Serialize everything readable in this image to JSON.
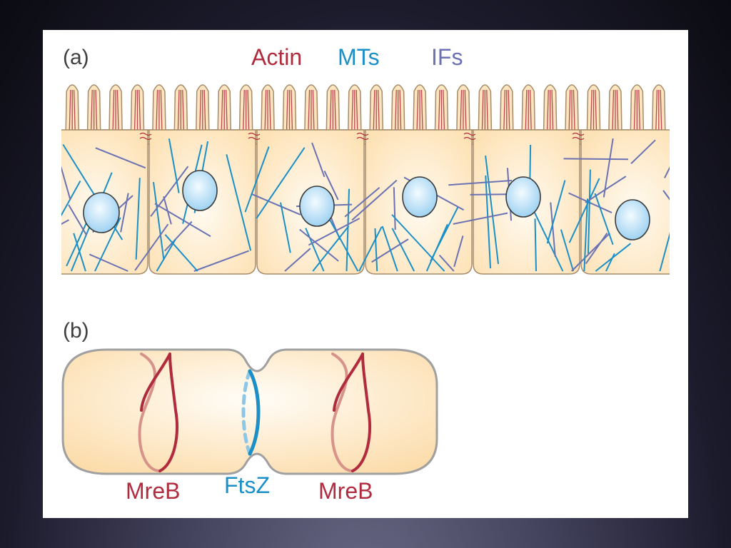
{
  "panel_a": {
    "label": "(a)",
    "legend": [
      {
        "text": "Actin",
        "color": "#b02b3d"
      },
      {
        "text": "MTs",
        "color": "#1a8fc8"
      },
      {
        "text": "IFs",
        "color": "#6b72b4"
      }
    ]
  },
  "panel_b": {
    "label": "(b)",
    "labels": {
      "mreb_left": "MreB",
      "ftsz": "FtsZ",
      "mreb_right": "MreB"
    }
  },
  "colors": {
    "cell_fill": "#fde6bf",
    "cell_center": "#fffaf0",
    "cell_outline": "#a58b6a",
    "nucleus": "#aad8f4",
    "actin": "#b02b3d",
    "mt": "#1a8fc8",
    "if": "#6b72b4",
    "bacterium_outline": "#a0a0a0"
  }
}
